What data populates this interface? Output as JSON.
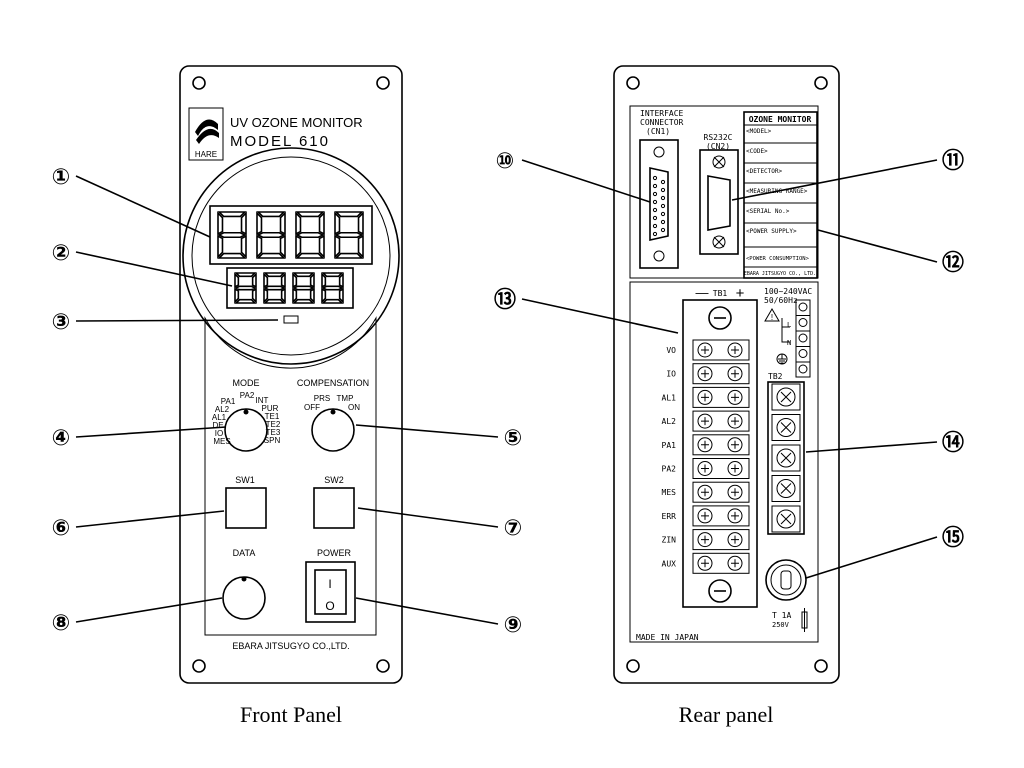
{
  "front_panel": {
    "caption": "Front Panel",
    "brand_text": "UV OZONE MONITOR",
    "model_text": "MODEL 610",
    "logo_text": "HARE",
    "mode_label": "MODE",
    "mode_positions": [
      "PA2",
      "INT",
      "PA1",
      "PUR",
      "AL2",
      "TE1",
      "AL1",
      "TE2",
      "DE",
      "TE3",
      "IO",
      "SPN",
      "MES"
    ],
    "compensation_label": "COMPENSATION",
    "compensation_positions": [
      "PRS",
      "TMP",
      "OFF",
      "ON"
    ],
    "sw1_label": "SW1",
    "sw2_label": "SW2",
    "data_label": "DATA",
    "power_label": "POWER",
    "power_on_symbol": "I",
    "power_off_symbol": "O",
    "maker_text": "EBARA JITSUGYO CO.,LTD."
  },
  "rear_panel": {
    "caption": "Rear panel",
    "interface_label_1": "INTERFACE",
    "interface_label_2": "CONNECTOR",
    "interface_label_3": "(CN1)",
    "rs232c_label_1": "RS232C",
    "rs232c_label_2": "(CN2)",
    "nameplate_title": "OZONE MONITOR",
    "nameplate_rows": [
      "<MODEL>",
      "<CODE>",
      "<DETECTOR>",
      "<MEASURING RANGE>",
      "<SERIAL No.>",
      "<POWER SUPPLY>",
      "<POWER CONSUMPTION>"
    ],
    "nameplate_footer": "EBARA JITSUGYO CO., LTD.",
    "tb1_label": "TB1",
    "tb1_minus": "—",
    "tb1_plus": "+",
    "tb1_terminals": [
      "VO",
      "IO",
      "AL1",
      "AL2",
      "PA1",
      "PA2",
      "MES",
      "ERR",
      "ZIN",
      "AUX"
    ],
    "power_rating_1": "100~240VAC",
    "power_rating_2": "50/60Hz",
    "line_label": "L",
    "neutral_label": "N",
    "tb2_label": "TB2",
    "fuse_rating_1": "T 1A",
    "fuse_rating_2": "250V",
    "made_in": "MADE IN JAPAN"
  },
  "callouts": [
    "①",
    "②",
    "③",
    "④",
    "⑤",
    "⑥",
    "⑦",
    "⑧",
    "⑨",
    "⑩",
    "⑪",
    "⑫",
    "⑬",
    "⑭",
    "⑮"
  ]
}
